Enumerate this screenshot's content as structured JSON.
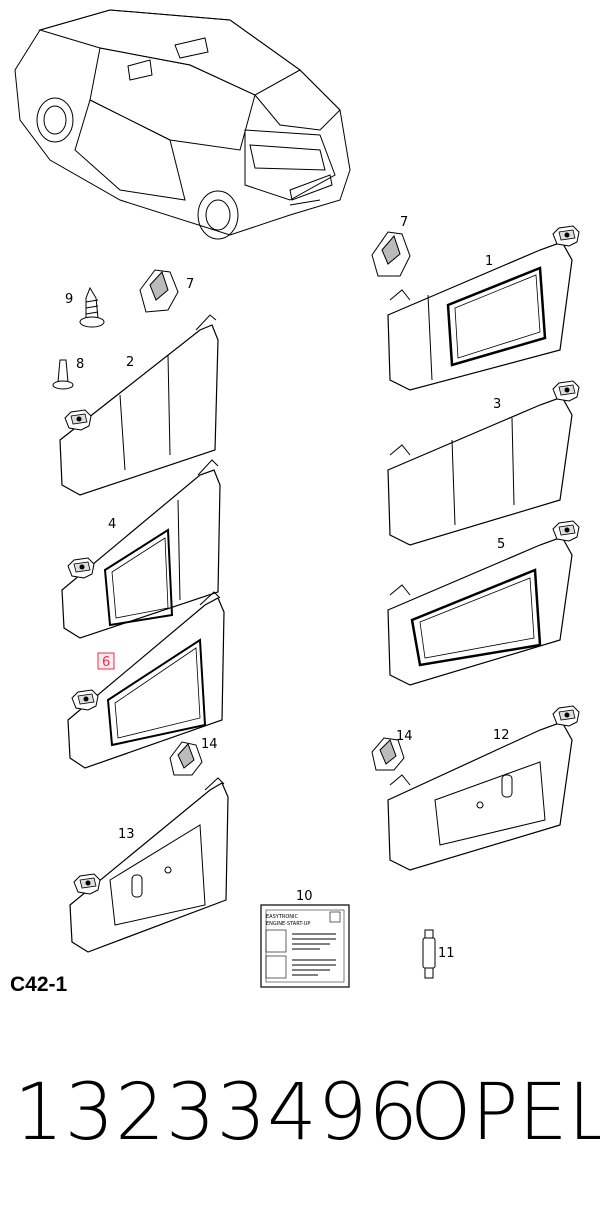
{
  "diagram": {
    "code": "C42-1",
    "callouts": [
      "1",
      "2",
      "3",
      "4",
      "5",
      "6",
      "7",
      "7",
      "8",
      "9",
      "10",
      "11",
      "12",
      "13",
      "14",
      "14"
    ],
    "sticker": {
      "line1": "EASYTRONIC",
      "line2": "ENGINE-START-UP"
    },
    "highlight_color": "#e0344f"
  },
  "footer": {
    "part_number": "13233496",
    "brand": "OPEL"
  }
}
